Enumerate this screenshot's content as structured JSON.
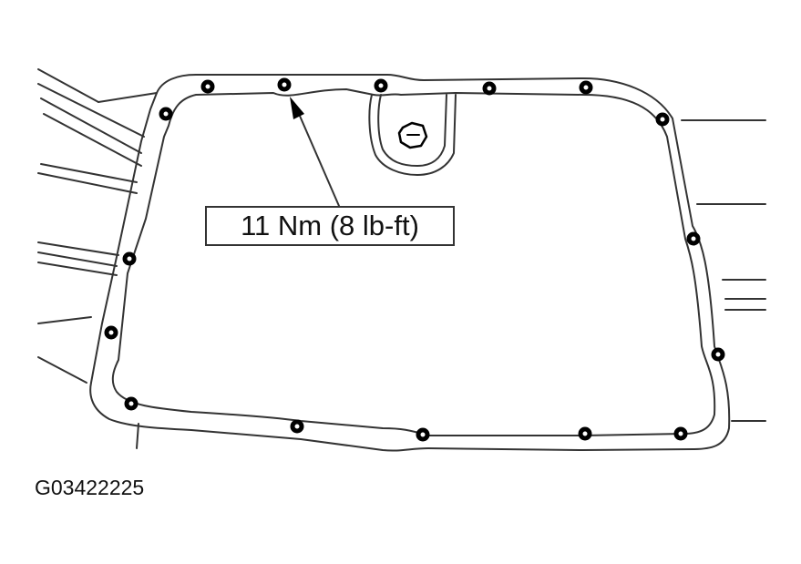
{
  "diagram": {
    "subject": "oil pan bolt pattern",
    "callout": {
      "label": "11 Nm (8 lb-ft)",
      "points_to": "oil pan bolt"
    },
    "figure_id": "G03422225",
    "bolt_count": 16,
    "components": [
      "oil-pan-flange",
      "oil-pan-bolts",
      "drain-plug",
      "engine-block-lines",
      "leader-arrow",
      "torque-callout"
    ],
    "colors": {
      "line": "#333333",
      "bolt": "#000000",
      "background": "#ffffff"
    }
  }
}
